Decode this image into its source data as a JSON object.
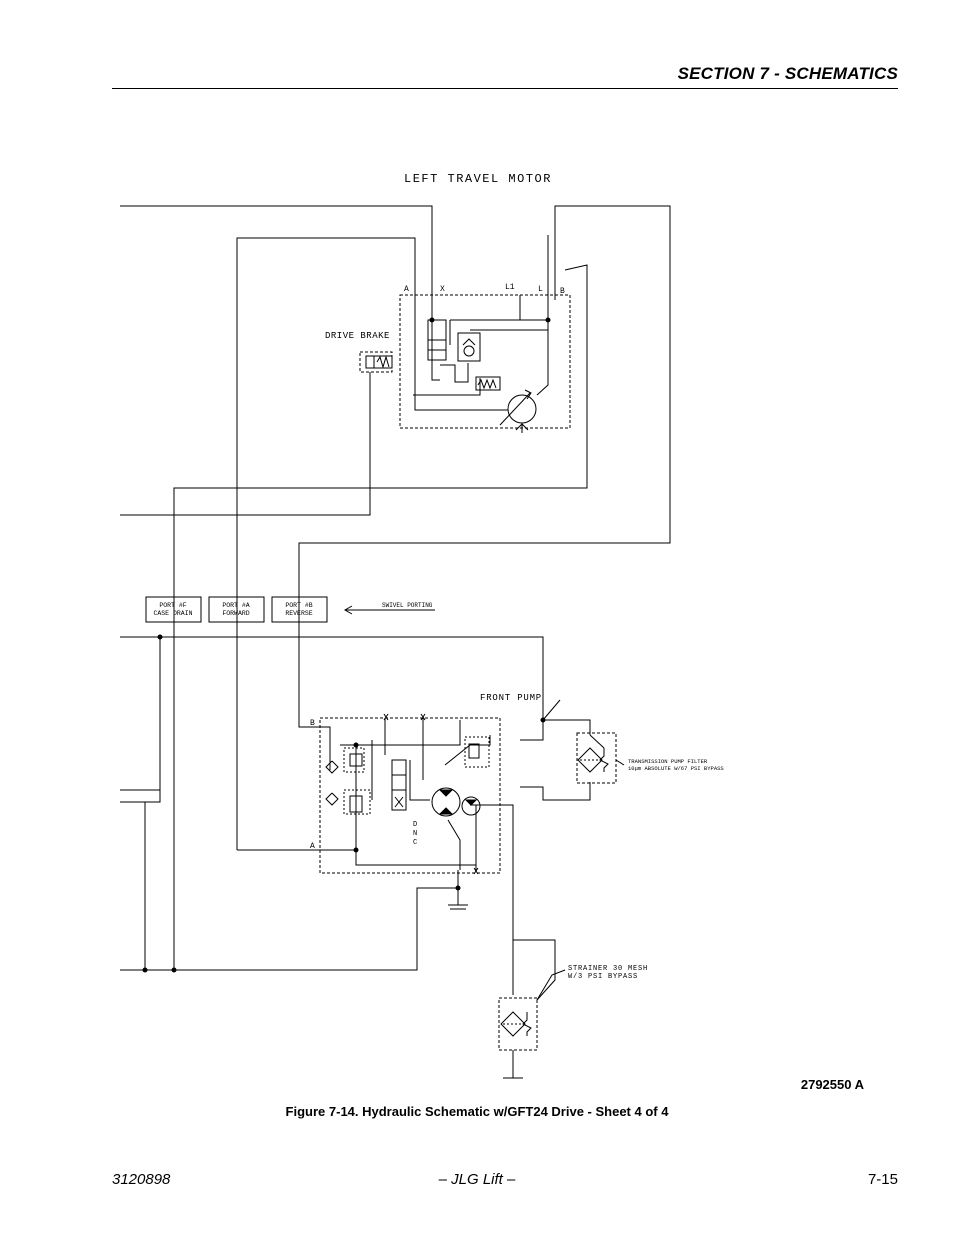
{
  "header": {
    "section_title": "SECTION 7 - SCHEMATICS"
  },
  "diagram": {
    "motor_title": "LEFT TRAVEL MOTOR",
    "motor_ports": {
      "a": "A",
      "x": "X",
      "l1": "L1",
      "l": "L",
      "b": "B"
    },
    "drive_brake": "DRIVE BRAKE",
    "port_f": {
      "line1": "PORT #F",
      "line2": "CASE DRAIN"
    },
    "port_a": {
      "line1": "PORT #A",
      "line2": "FORWARD"
    },
    "port_b": {
      "line1": "PORT #B",
      "line2": "REVERSE"
    },
    "swivel": "SWIVEL PORTING",
    "front_pump": "FRONT PUMP",
    "pump_port_b": "B",
    "pump_port_a": "A",
    "dnc": [
      "D",
      "N",
      "C"
    ],
    "filter": {
      "line1": "TRANSMISSION PUMP FILTER",
      "line2": "10μm ABSOLUTE W/67 PSI BYPASS"
    },
    "strainer": {
      "line1": "STRAINER 30 MESH",
      "line2": "W/3 PSI BYPASS"
    }
  },
  "drawing_number": "2792550 A",
  "caption": "Figure 7-14.  Hydraulic Schematic w/GFT24 Drive - Sheet 4 of 4",
  "footer": {
    "doc_number": "3120898",
    "center": "– JLG Lift –",
    "page": "7-15"
  }
}
